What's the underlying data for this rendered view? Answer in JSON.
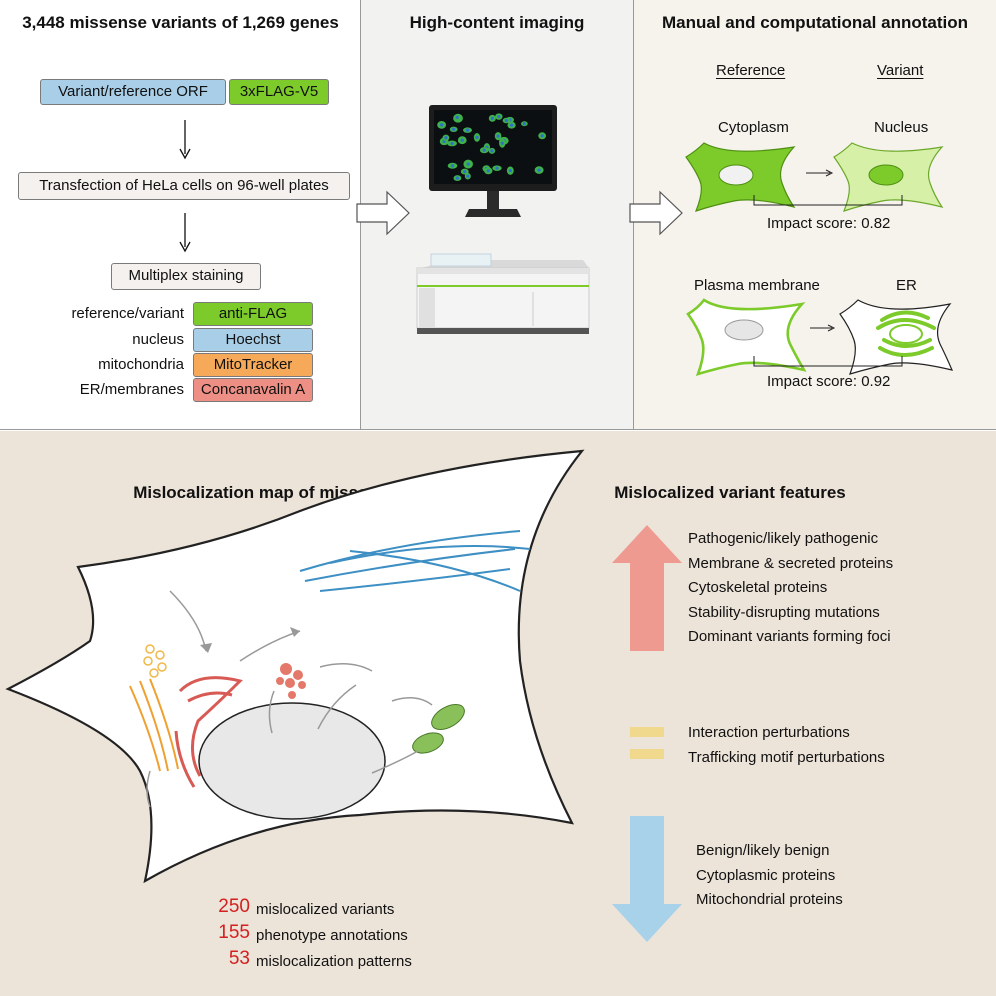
{
  "panel1": {
    "title": "3,448 missense variants of 1,269 genes",
    "orf_box": "Variant/reference ORF",
    "tag_box": "3xFLAG-V5",
    "transfection": "Transfection of HeLa cells on 96-well plates",
    "staining": "Multiplex staining",
    "stains": [
      {
        "target": "reference/variant",
        "reagent": "anti-FLAG",
        "color": "#7ccb2a"
      },
      {
        "target": "nucleus",
        "reagent": "Hoechst",
        "color": "#a9cfe8"
      },
      {
        "target": "mitochondria",
        "reagent": "MitoTracker",
        "color": "#f7a95a"
      },
      {
        "target": "ER/membranes",
        "reagent": "Concanavalin A",
        "color": "#ee8f86"
      }
    ]
  },
  "panel2": {
    "title": "High-content imaging"
  },
  "panel3": {
    "title": "Manual and computational annotation",
    "reference_header": "Reference",
    "variant_header": "Variant",
    "example1": {
      "from": "Cytoplasm",
      "to": "Nucleus",
      "score": "Impact score: 0.82"
    },
    "example2": {
      "from": "Plasma membrane",
      "to": "ER",
      "score": "Impact score: 0.92"
    }
  },
  "bottom": {
    "map_title": "Mislocalization map of missense variants",
    "features_title": "Mislocalized variant features",
    "stats": [
      {
        "num": "250",
        "label": "mislocalized variants"
      },
      {
        "num": "155",
        "label": "phenotype annotations"
      },
      {
        "num": "53",
        "label": "mislocalization patterns"
      }
    ],
    "enriched": [
      "Pathogenic/likely pathogenic",
      "Membrane & secreted proteins",
      "Cytoskeletal proteins",
      "Stability-disrupting mutations",
      "Dominant variants forming foci"
    ],
    "neutral": [
      "Interaction perturbations",
      "Trafficking motif perturbations"
    ],
    "depleted": [
      "Benign/likely benign",
      "Cytoplasmic proteins",
      "Mitochondrial proteins"
    ]
  },
  "colors": {
    "panel1_bg": "#ffffff",
    "panel2_bg": "#f2f2f0",
    "panel3_bg": "#f6f2ec",
    "bottom_bg": "#ece3d9",
    "up_arrow": "#ee9a90",
    "down_arrow": "#a8d1ea",
    "neutral_bar": "#f0d98c",
    "green": "#7ccb2a"
  },
  "icons": {
    "monitor": "monitor-icon",
    "microscope": "imaging-system-icon"
  }
}
